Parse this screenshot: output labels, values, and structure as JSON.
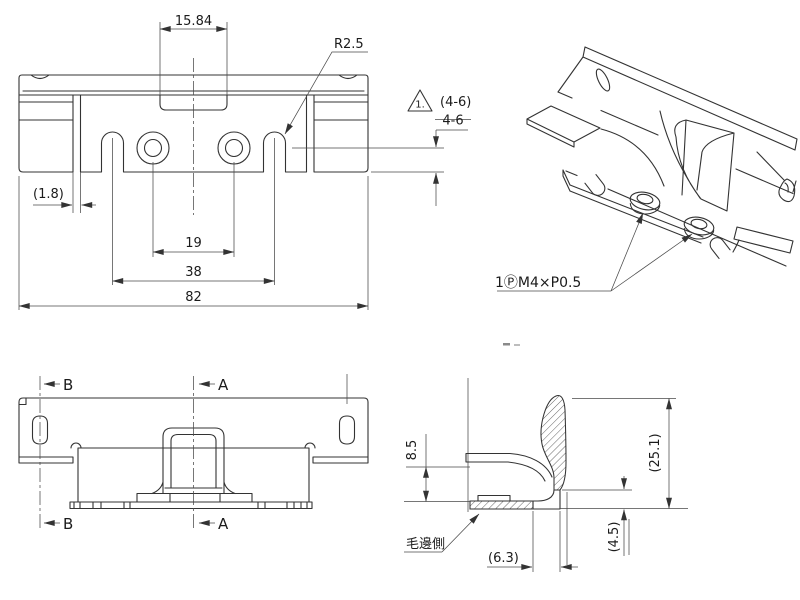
{
  "views": {
    "front": {
      "dims": {
        "tab_width": "15.84",
        "hole_pitch": "19",
        "notch_pitch": "38",
        "overall_width": "82",
        "edge_gap": "(1.8)"
      },
      "notes": {
        "radius": "R2.5",
        "revision_marker": "1.",
        "height_range": "(4-6)",
        "height_range_old": "4-6"
      }
    },
    "iso": {
      "thread_note": "1ⓅM4×P0.5"
    },
    "plan": {
      "section_a": "A",
      "section_b": "B"
    },
    "section": {
      "dims": {
        "flange_height": "8.5",
        "overall_height": "(25.1)",
        "foot_height": "(4.5)",
        "foot_width": "(6.3)"
      },
      "burr_note": "毛邊側"
    }
  }
}
